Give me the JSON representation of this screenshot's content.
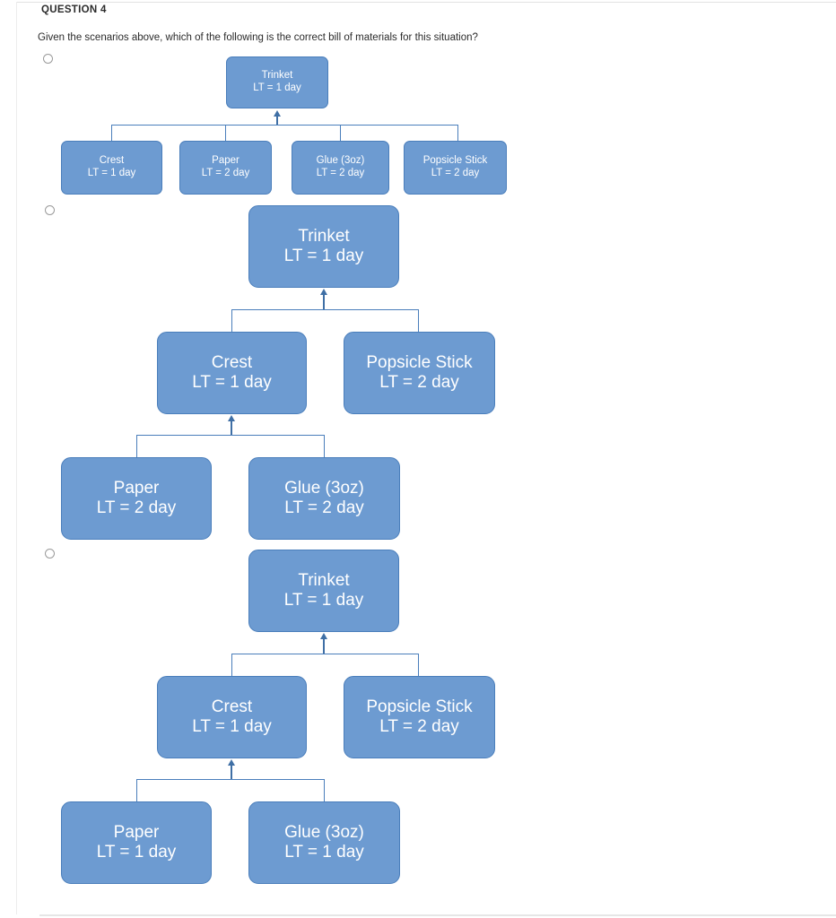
{
  "header": {
    "question_label": "QUESTION 4",
    "question_text": "Given the scenarios above, which of the following is the correct bill of materials for this situation?"
  },
  "colors": {
    "node_fill": "#6d9bd1",
    "node_border": "#4a7ebb",
    "node_text": "#ffffff",
    "connector": "#4a7ebb",
    "page_text": "#2b2b2b"
  },
  "options": [
    {
      "id": "option-a",
      "radio_label": "Option A",
      "selected": false,
      "diagram": {
        "type": "bill-of-materials-tree",
        "levels": [
          {
            "level": 0,
            "nodes": [
              {
                "name": "Trinket",
                "lead_time": "LT = 1 day"
              }
            ]
          },
          {
            "level": 1,
            "nodes": [
              {
                "name": "Crest",
                "lead_time": "LT = 1 day"
              },
              {
                "name": "Paper",
                "lead_time": "LT = 2 day"
              },
              {
                "name": "Glue (3oz)",
                "lead_time": "LT = 2 day"
              },
              {
                "name": "Popsicle Stick",
                "lead_time": "LT = 2 day"
              }
            ]
          }
        ]
      }
    },
    {
      "id": "option-b",
      "radio_label": "Option B",
      "selected": false,
      "diagram": {
        "type": "bill-of-materials-tree",
        "levels": [
          {
            "level": 0,
            "nodes": [
              {
                "name": "Trinket",
                "lead_time": "LT = 1 day"
              }
            ]
          },
          {
            "level": 1,
            "nodes": [
              {
                "name": "Crest",
                "lead_time": "LT = 1 day"
              },
              {
                "name": "Popsicle Stick",
                "lead_time": "LT = 2 day"
              }
            ]
          },
          {
            "level": 2,
            "nodes": [
              {
                "name": "Paper",
                "lead_time": "LT = 2 day"
              },
              {
                "name": "Glue (3oz)",
                "lead_time": "LT = 2 day"
              }
            ]
          }
        ]
      }
    },
    {
      "id": "option-c",
      "radio_label": "Option C",
      "selected": false,
      "diagram": {
        "type": "bill-of-materials-tree",
        "levels": [
          {
            "level": 0,
            "nodes": [
              {
                "name": "Trinket",
                "lead_time": "LT = 1 day"
              }
            ]
          },
          {
            "level": 1,
            "nodes": [
              {
                "name": "Crest",
                "lead_time": "LT = 1 day"
              },
              {
                "name": "Popsicle Stick",
                "lead_time": "LT = 2 day"
              }
            ]
          },
          {
            "level": 2,
            "nodes": [
              {
                "name": "Paper",
                "lead_time": "LT = 1 day"
              },
              {
                "name": "Glue (3oz)",
                "lead_time": "LT = 1 day"
              }
            ]
          }
        ]
      }
    }
  ]
}
